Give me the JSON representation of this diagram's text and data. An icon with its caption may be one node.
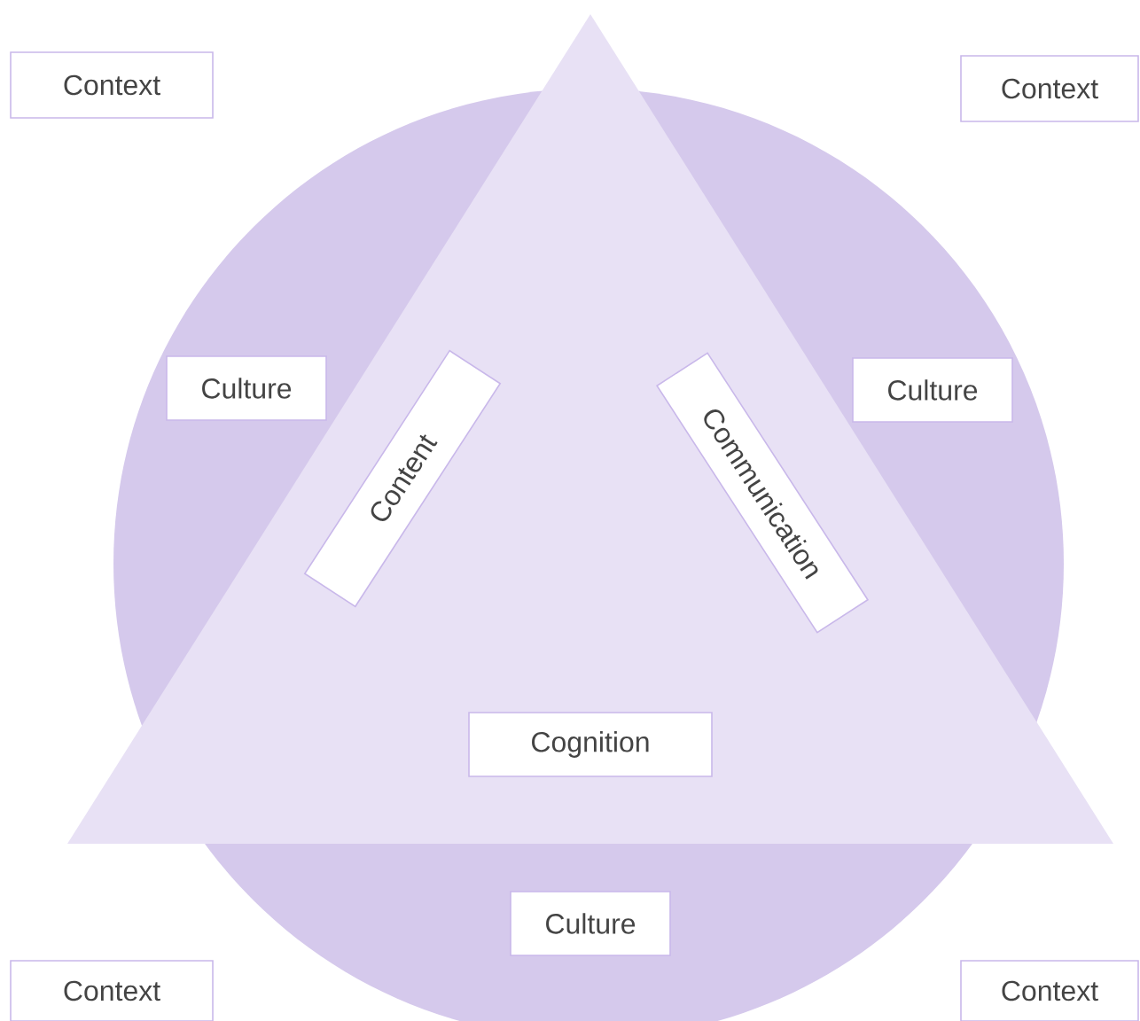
{
  "diagram": {
    "nodes": [
      {
        "text": [
          "Context"
        ]
      },
      {
        "text": [
          "Context"
        ]
      },
      {
        "text": [
          "Culture"
        ]
      },
      {
        "text": [
          "Culture"
        ]
      },
      {
        "text": [
          "Content"
        ]
      },
      {
        "text": [
          "Communication"
        ]
      },
      {
        "text": [
          "Cognition"
        ]
      },
      {
        "text": [
          "Culture"
        ]
      },
      {
        "text": [
          "Context"
        ]
      },
      {
        "text": [
          "Context"
        ]
      }
    ]
  }
}
